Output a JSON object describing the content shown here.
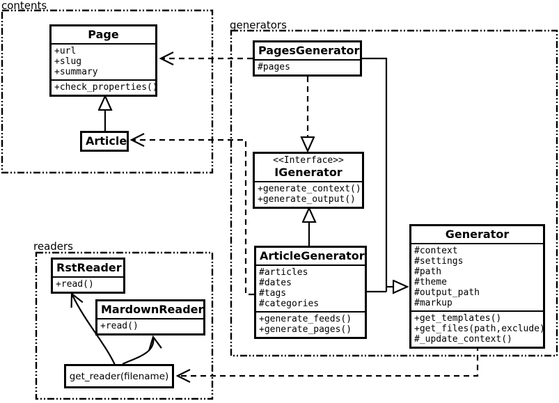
{
  "diagram_title": "UML class diagram",
  "colors": {
    "line": "#000000",
    "background": "#ffffff"
  },
  "packages": {
    "contents": {
      "label": "contents"
    },
    "generators": {
      "label": "generators"
    },
    "readers": {
      "label": "readers"
    }
  },
  "classes": {
    "page": {
      "name": "Page",
      "attributes": [
        "+url",
        "+slug",
        "+summary"
      ],
      "methods": [
        "+check_properties()"
      ]
    },
    "article": {
      "name": "Article"
    },
    "pages_generator": {
      "name": "PagesGenerator",
      "attributes": [
        "#pages"
      ]
    },
    "igenerator": {
      "stereotype": "<<Interface>>",
      "name": "IGenerator",
      "methods": [
        "+generate_context()",
        "+generate_output()"
      ]
    },
    "article_generator": {
      "name": "ArticleGenerator",
      "attributes": [
        "#articles",
        "#dates",
        "#tags",
        "#categories"
      ],
      "methods": [
        "+generate_feeds()",
        "+generate_pages()"
      ]
    },
    "generator": {
      "name": "Generator",
      "attributes": [
        "#context",
        "#settings",
        "#path",
        "#theme",
        "#output_path",
        "#markup"
      ],
      "methods": [
        "+get_templates()",
        "+get_files(path,exclude)",
        "#_update_context()"
      ]
    },
    "rst_reader": {
      "name": "RstReader",
      "methods": [
        "+read()"
      ]
    },
    "mardown_reader": {
      "name": "MardownReader",
      "methods": [
        "+read()"
      ]
    },
    "get_reader": {
      "label": "get_reader(filename)"
    }
  },
  "relationships": [
    {
      "from": "Article",
      "to": "Page",
      "type": "generalization",
      "line": "solid"
    },
    {
      "from": "PagesGenerator",
      "to": "Page",
      "type": "dependency",
      "line": "dashed"
    },
    {
      "from": "ArticleGenerator",
      "to": "Article",
      "type": "dependency",
      "line": "dashed"
    },
    {
      "from": "PagesGenerator",
      "to": "IGenerator",
      "type": "realization",
      "line": "dashed"
    },
    {
      "from": "ArticleGenerator",
      "to": "IGenerator",
      "type": "generalization",
      "line": "solid"
    },
    {
      "from": "PagesGenerator",
      "to": "Generator",
      "type": "generalization",
      "line": "solid"
    },
    {
      "from": "ArticleGenerator",
      "to": "Generator",
      "type": "generalization",
      "line": "solid"
    },
    {
      "from": "Generator",
      "to": "get_reader(filename)",
      "type": "dependency",
      "line": "dashed"
    },
    {
      "from": "get_reader(filename)",
      "to": "RstReader",
      "type": "call",
      "line": "curved"
    },
    {
      "from": "get_reader(filename)",
      "to": "MardownReader",
      "type": "call",
      "line": "curved"
    }
  ]
}
